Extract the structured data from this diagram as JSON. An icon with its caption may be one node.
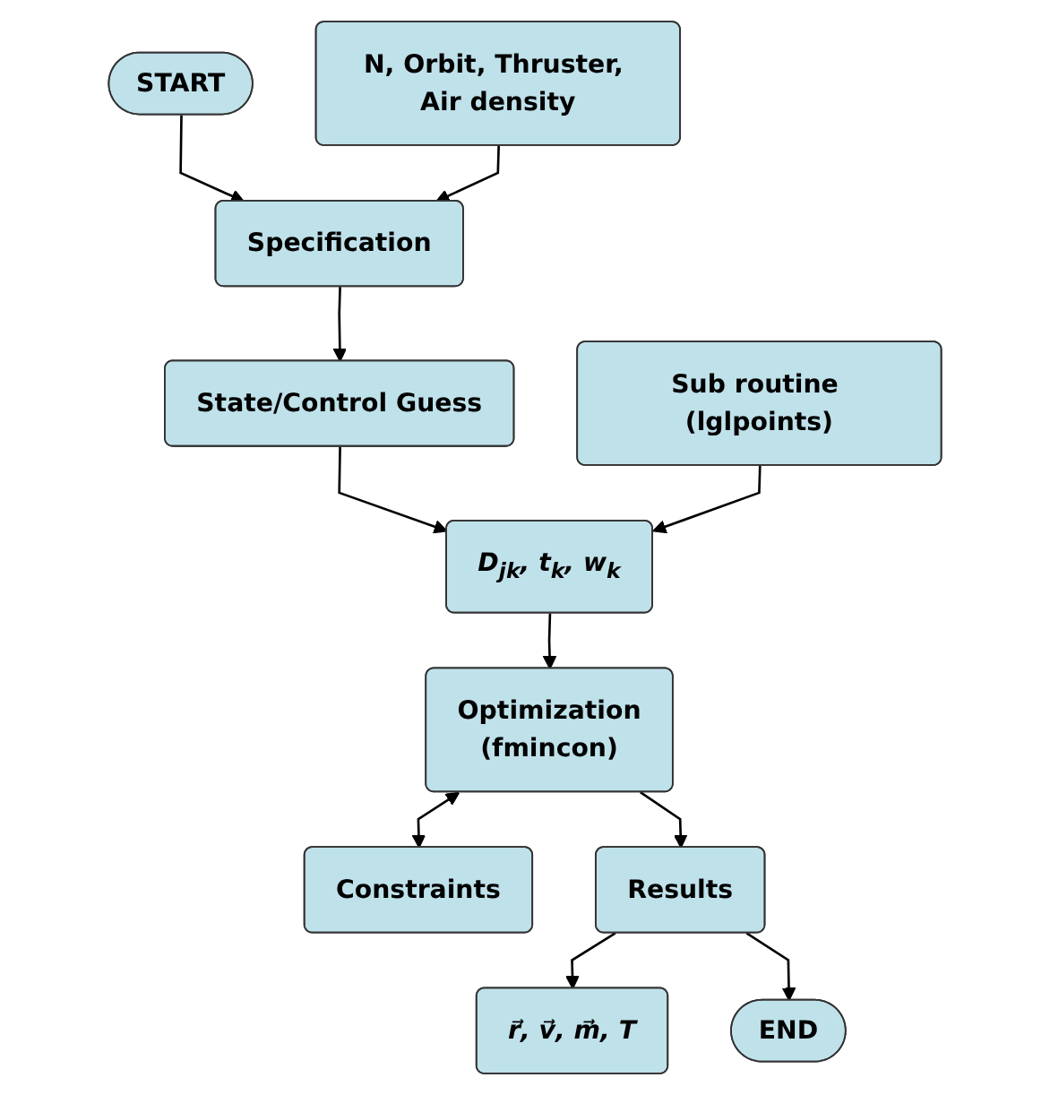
{
  "diagram": {
    "nodes": [
      {
        "text": [
          "START"
        ]
      },
      {
        "text": [
          "Specification"
        ]
      },
      {
        "text": [
          "N, Orbit, Thruster, Air density"
        ]
      },
      {
        "text": [
          "State/Control Guess"
        ]
      },
      {
        "text": [
          "D$_{jk}$, t$_{k}$, w$_{k}$"
        ]
      },
      {
        "text": [
          "Sub routine (lglpoints)"
        ]
      },
      {
        "text": [
          "Optimization",
          "(fmincon)"
        ]
      },
      {
        "text": [
          "Constraints"
        ]
      },
      {
        "text": [
          "Results"
        ]
      },
      {
        "text": [
          "r⃗, v⃗, m⃗, T"
        ]
      },
      {
        "text": [
          "END"
        ]
      }
    ],
    "edges": [
      {
        "from": 0,
        "to": 1,
        "arrow": "to"
      },
      {
        "from": 2,
        "to": 1,
        "arrow": "to"
      },
      {
        "from": 1,
        "to": 3,
        "arrow": "to"
      },
      {
        "from": 3,
        "to": 4,
        "arrow": "to"
      },
      {
        "from": 5,
        "to": 4,
        "arrow": "to"
      },
      {
        "from": 4,
        "to": 6,
        "arrow": "to"
      },
      {
        "from": 6,
        "to": 7,
        "arrow": "both"
      },
      {
        "from": 6,
        "to": 8,
        "arrow": "to"
      },
      {
        "from": 8,
        "to": 9,
        "arrow": "to"
      },
      {
        "from": 8,
        "to": 10,
        "arrow": "to"
      }
    ]
  }
}
